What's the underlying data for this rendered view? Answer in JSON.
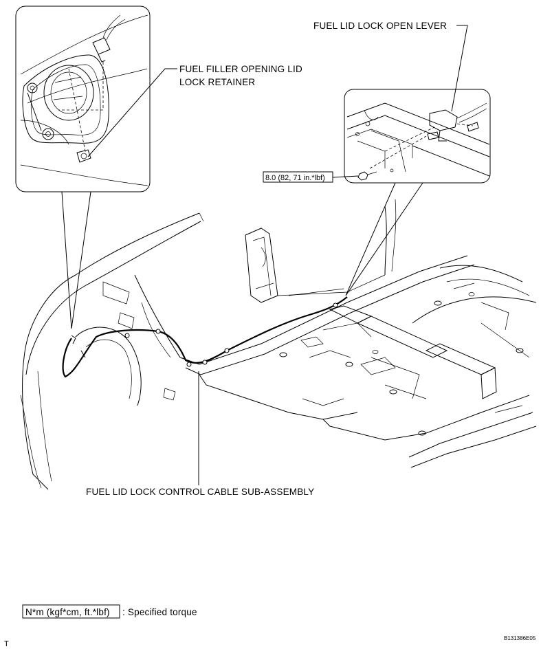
{
  "labels": {
    "fuel_filler_line1": "FUEL FILLER OPENING LID",
    "fuel_filler_line2": "LOCK RETAINER",
    "open_lever": "FUEL LID LOCK OPEN LEVER",
    "torque_value": "8.0 (82, 71 in.*lbf)",
    "control_cable": "FUEL LID LOCK CONTROL CABLE SUB-ASSEMBLY"
  },
  "legend": {
    "box_text": "N*m (kgf*cm, ft.*lbf)",
    "description": ": Specified torque"
  },
  "corner": {
    "left_mark": "T",
    "figure_code": "B131386E05"
  }
}
